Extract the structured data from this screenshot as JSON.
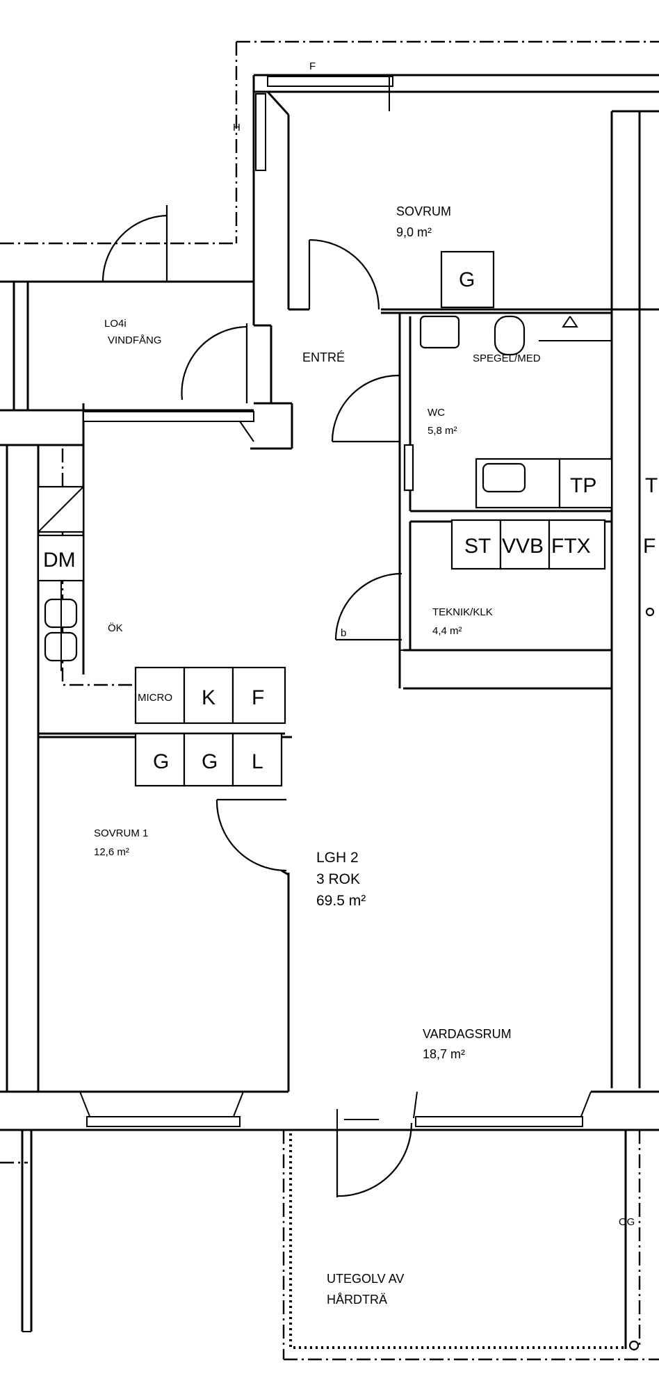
{
  "edge_marks": {
    "top": "F",
    "left": "H"
  },
  "rooms": {
    "sovrum_top": {
      "name": "SOVRUM",
      "area": "9,0 m²"
    },
    "loggia": {
      "line1": "LO4i",
      "line2": "VINDFÅNG"
    },
    "entre": {
      "name": "ENTRÉ"
    },
    "wc": {
      "name": "WC",
      "area": "5,8 m²"
    },
    "teknik": {
      "name": "TEKNIK/KLK",
      "area": "4,4 m²"
    },
    "kok": {
      "name": "ÖK"
    },
    "sovrum1": {
      "name": "SOVRUM 1",
      "area": "12,6 m²"
    },
    "vardagsrum": {
      "name": "VARDAGSRUM",
      "area": "18,7 m²"
    },
    "balcony": {
      "line1": "UTEGOLV AV",
      "line2": "HÅRDTRÄ"
    }
  },
  "apartment": {
    "line1": "LGH 2",
    "line2": "3 ROK",
    "line3": "69.5 m²"
  },
  "fixtures": {
    "wardrobe_top": "G",
    "spegel": "SPEGEL/MED",
    "tp": "TP",
    "t_cut": "T",
    "st": "ST",
    "vvb": "VVB",
    "ftx": "FTX",
    "f_cut": "F",
    "dm": "DM",
    "micro": "MICRO",
    "k": "K",
    "f": "F",
    "g1": "G",
    "g2": "G",
    "l": "L",
    "door_b": "b",
    "og": "OG"
  }
}
